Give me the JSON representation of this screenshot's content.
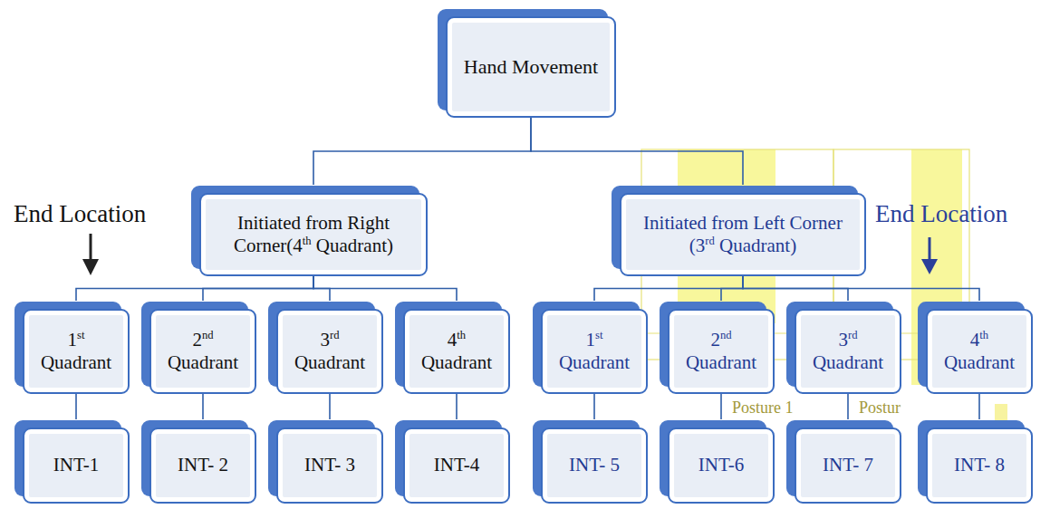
{
  "diagram": {
    "nodes": [
      {
        "text": [
          "Hand Movement"
        ]
      },
      {
        "text": [
          "Initiated from Right Corner(4th Quadrant)"
        ]
      },
      {
        "text": [
          "Initiated from Left Corner (3rd Quadrant)"
        ]
      },
      {
        "text": [
          "1st Quadrant"
        ]
      },
      {
        "text": [
          "2nd Quadrant"
        ]
      },
      {
        "text": [
          "3rd Quadrant"
        ]
      },
      {
        "text": [
          "4th Quadrant"
        ]
      },
      {
        "text": [
          "1st Quadrant"
        ]
      },
      {
        "text": [
          "2nd Quadrant"
        ]
      },
      {
        "text": [
          "3rd Quadrant"
        ]
      },
      {
        "text": [
          "4th Quadrant"
        ]
      },
      {
        "text": [
          "INT-1"
        ]
      },
      {
        "text": [
          "INT- 2"
        ]
      },
      {
        "text": [
          "INT- 3"
        ]
      },
      {
        "text": [
          "INT-4"
        ]
      },
      {
        "text": [
          "INT- 5"
        ]
      },
      {
        "text": [
          "INT-6"
        ]
      },
      {
        "text": [
          "INT- 7"
        ]
      },
      {
        "text": [
          "INT- 8"
        ]
      }
    ],
    "edges": [
      {
        "from": 0,
        "to": 1,
        "arrow": "none"
      },
      {
        "from": 0,
        "to": 2,
        "arrow": "none"
      },
      {
        "from": 1,
        "to": 3,
        "arrow": "none"
      },
      {
        "from": 1,
        "to": 4,
        "arrow": "none"
      },
      {
        "from": 1,
        "to": 5,
        "arrow": "none"
      },
      {
        "from": 1,
        "to": 6,
        "arrow": "none"
      },
      {
        "from": 2,
        "to": 7,
        "arrow": "none"
      },
      {
        "from": 2,
        "to": 8,
        "arrow": "none"
      },
      {
        "from": 2,
        "to": 9,
        "arrow": "none"
      },
      {
        "from": 2,
        "to": 10,
        "arrow": "none"
      },
      {
        "from": 3,
        "to": 11,
        "arrow": "none"
      },
      {
        "from": 4,
        "to": 12,
        "arrow": "none"
      },
      {
        "from": 5,
        "to": 13,
        "arrow": "none"
      },
      {
        "from": 6,
        "to": 14,
        "arrow": "none"
      },
      {
        "from": 7,
        "to": 15,
        "arrow": "none"
      },
      {
        "from": 8,
        "to": 16,
        "arrow": "none"
      },
      {
        "from": 9,
        "to": 17,
        "arrow": "none"
      },
      {
        "from": 10,
        "to": 18,
        "arrow": "none"
      }
    ],
    "labels": [
      "End Location",
      "End Location",
      "Posture 1",
      "Postur"
    ]
  }
}
